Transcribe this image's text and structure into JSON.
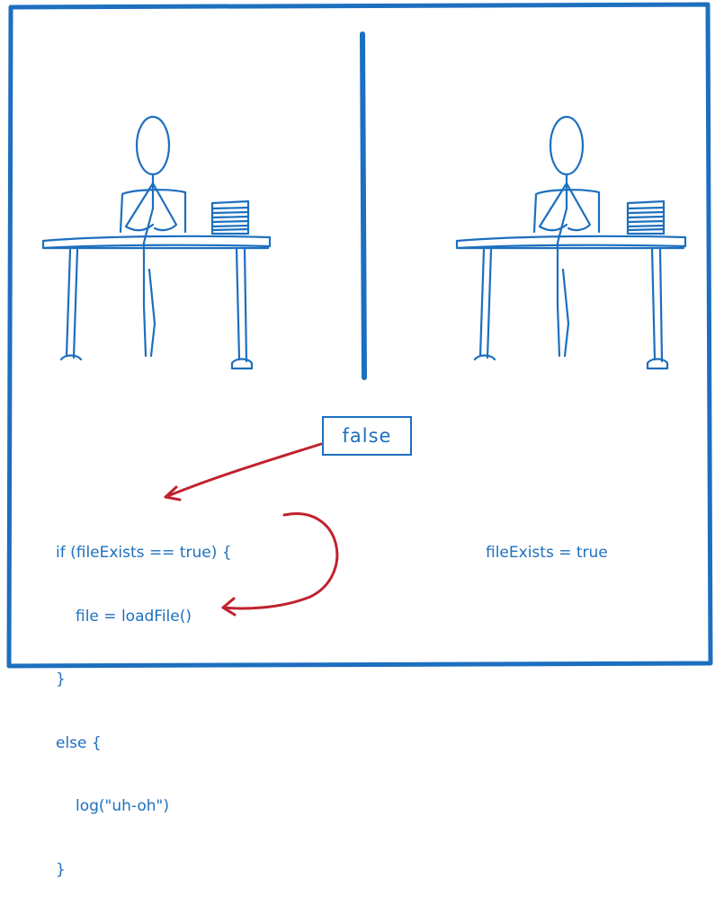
{
  "colors": {
    "ink": "#1d6fbf",
    "arrow": "#c0222e",
    "background": "#ffffff"
  },
  "false_label": "false",
  "code_left": {
    "line1": "if (fileExists == true) {",
    "line2": "file = loadFile()",
    "line3": "}",
    "line4": "else {",
    "line5": "log(\"uh-oh\")",
    "line6": "}"
  },
  "code_right": {
    "line1": "fileExists = true"
  },
  "icons": [
    "stick-figure-at-desk-icon",
    "paper-stack-icon",
    "arrow-icon"
  ]
}
